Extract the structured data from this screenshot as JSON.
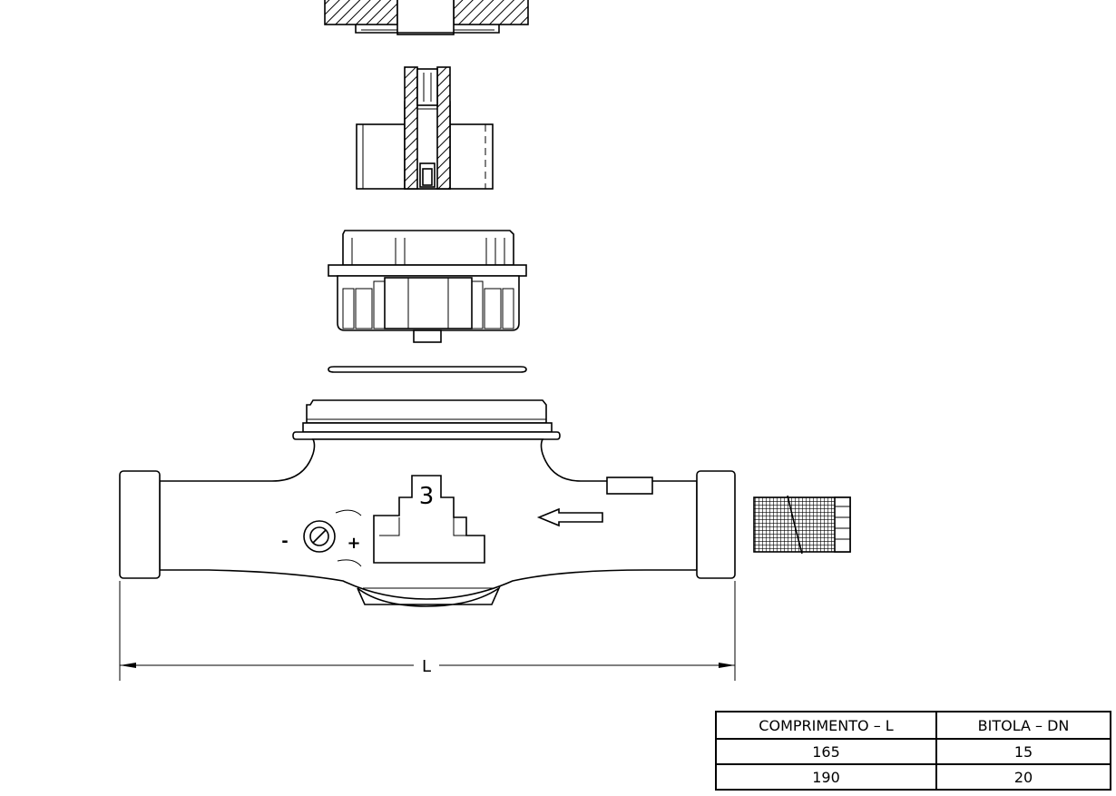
{
  "diagram": {
    "body_number": "3",
    "minus_sign": "-",
    "plus_sign": "+",
    "dimension_label": "L"
  },
  "table": {
    "headers": [
      "COMPRIMENTO  –  L",
      "BITOLA   –  DN"
    ],
    "rows": [
      [
        "165",
        "15"
      ],
      [
        "190",
        "20"
      ]
    ]
  }
}
